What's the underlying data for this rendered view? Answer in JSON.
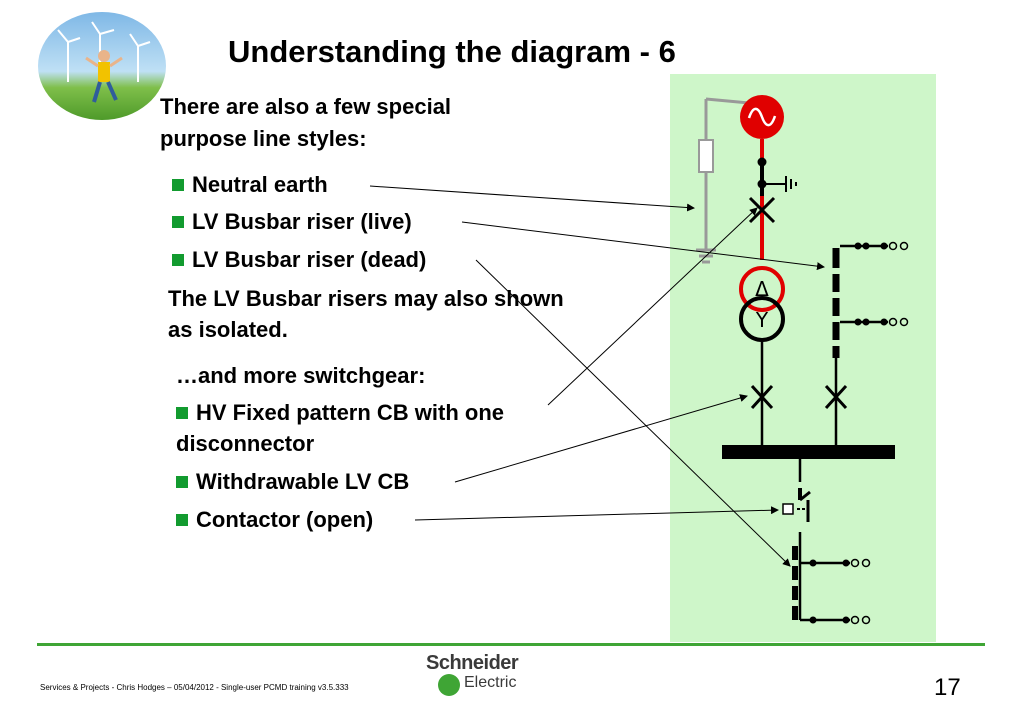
{
  "slide": {
    "title": "Understanding the diagram - 6",
    "intro_line1": "There are also a few special",
    "intro_line2": "purpose line styles:",
    "bullets_lines": [
      "Neutral earth",
      "LV Busbar riser (live)",
      "LV Busbar riser (dead)"
    ],
    "note_line1": "The LV Busbar risers may also shown",
    "note_line2": "as isolated.",
    "switchgear_heading": "…and more switchgear:",
    "bullets_switchgear": [
      "HV Fixed pattern CB with one",
      "disconnector",
      "Withdrawable LV CB",
      "Contactor (open)"
    ]
  },
  "footer": {
    "text": "Services & Projects - Chris Hodges – 05/04/2012 - Single-user PCMD training v3.5.333",
    "brand_line1": "Schneider",
    "brand_line2": "Electric",
    "page_number": "17"
  },
  "diagram": {
    "transformer_primary_symbol": "Δ",
    "transformer_secondary_symbol": "Y",
    "panel_color": "#cef6c9",
    "live_color": "#e00000",
    "accent_color": "#129b2f"
  }
}
